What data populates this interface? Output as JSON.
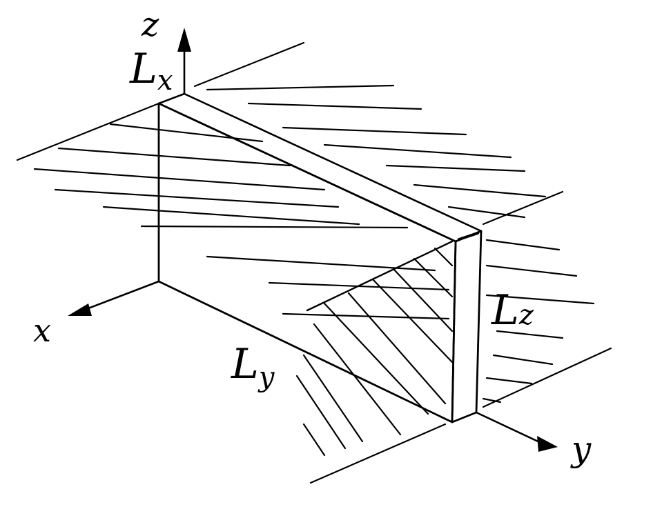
{
  "diagram": {
    "ink_color": "#000000",
    "background_color": "#ffffff",
    "labels": {
      "z_axis": "z",
      "x_axis": "x",
      "y_axis": "y",
      "lx": "L",
      "lx_sub": "x",
      "ly": "L",
      "ly_sub": "y",
      "lz": "L",
      "lz_sub": "z"
    }
  }
}
